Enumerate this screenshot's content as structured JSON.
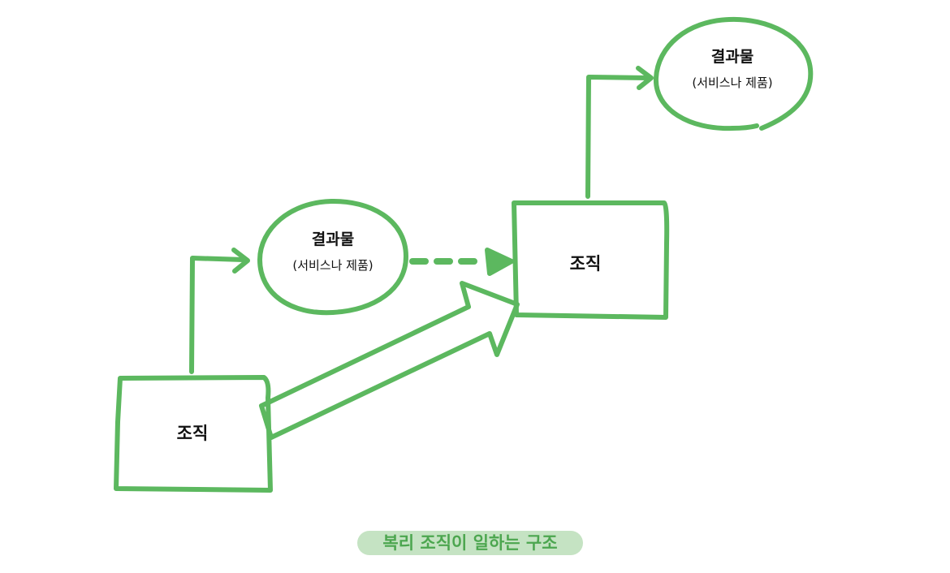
{
  "org_bottom": {
    "label": "조직"
  },
  "result_mid": {
    "title": "결과물",
    "subtitle": "(서비스나 제품)"
  },
  "org_mid": {
    "label": "조직"
  },
  "result_top": {
    "title": "결과물",
    "subtitle": "(서비스나 제품)"
  },
  "caption": "복리 조직이 일하는 구조",
  "colors": {
    "stroke": "#5cb85f",
    "caption_bg": "#c5e3c3",
    "caption_text": "#4ca64f",
    "text": "#111111"
  }
}
